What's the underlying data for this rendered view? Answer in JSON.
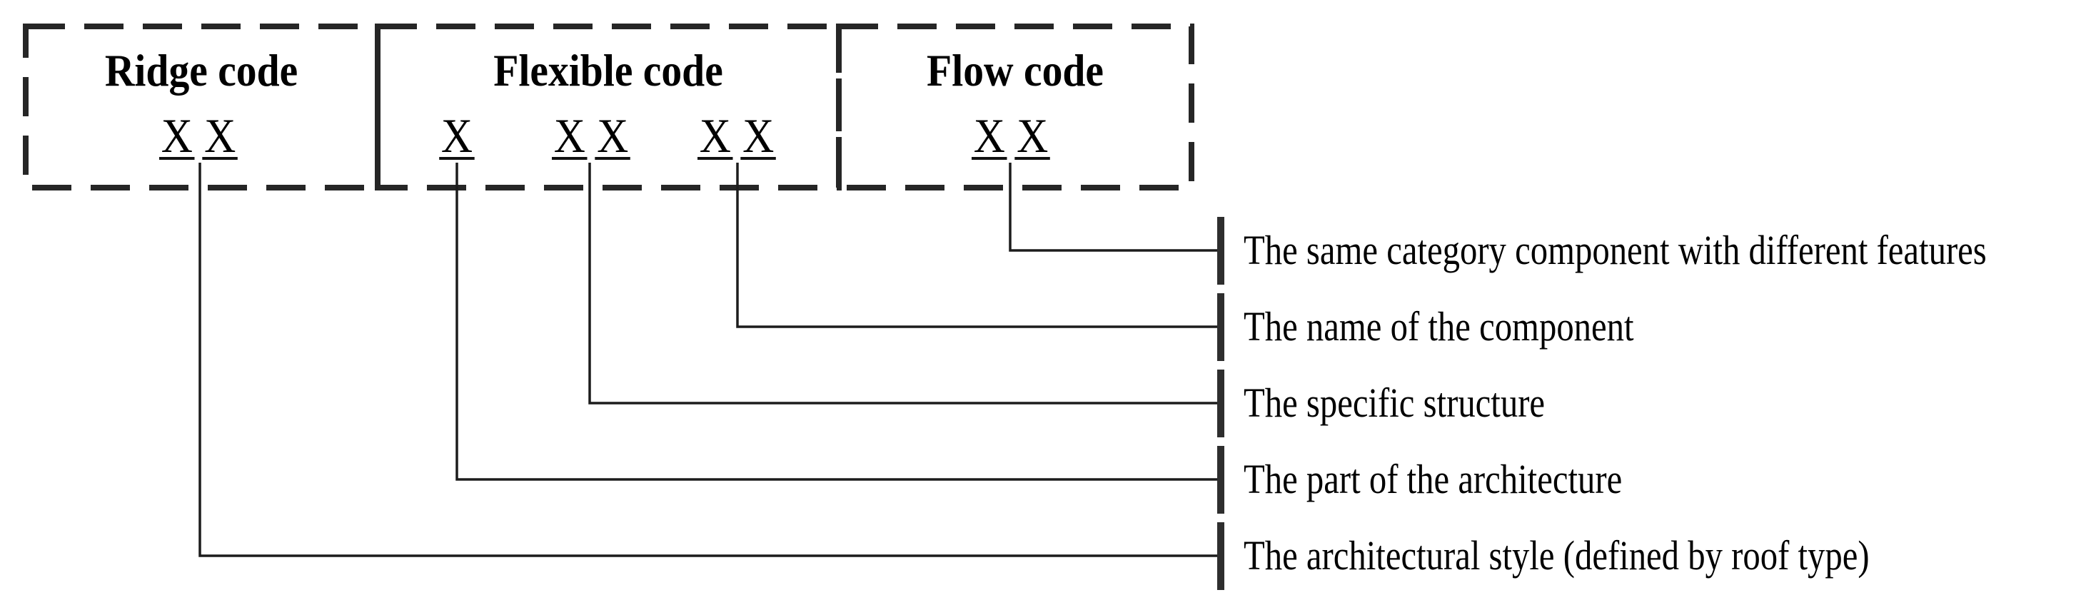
{
  "figure": {
    "boxes": [
      {
        "id": "ridge",
        "title": "Ridge code",
        "groups": [
          [
            "X",
            "X"
          ]
        ]
      },
      {
        "id": "flexible",
        "title": "Flexible code",
        "groups": [
          [
            "X"
          ],
          [
            "X",
            "X"
          ],
          [
            "X",
            "X"
          ]
        ]
      },
      {
        "id": "flow",
        "title": "Flow code",
        "groups": [
          [
            "X",
            "X"
          ]
        ]
      }
    ],
    "labels": [
      {
        "text": "The same category component with different features"
      },
      {
        "text": "The name of the component"
      },
      {
        "text": "The specific structure"
      },
      {
        "text": "The part of the architecture"
      },
      {
        "text": "The architectural style (defined by roof type)"
      }
    ],
    "colors": {
      "background": "#ffffff",
      "dashed_border": "#262626",
      "connector_line": "#1c1c1c",
      "tick_bar": "#2e2e2e",
      "text": "#000000"
    }
  }
}
